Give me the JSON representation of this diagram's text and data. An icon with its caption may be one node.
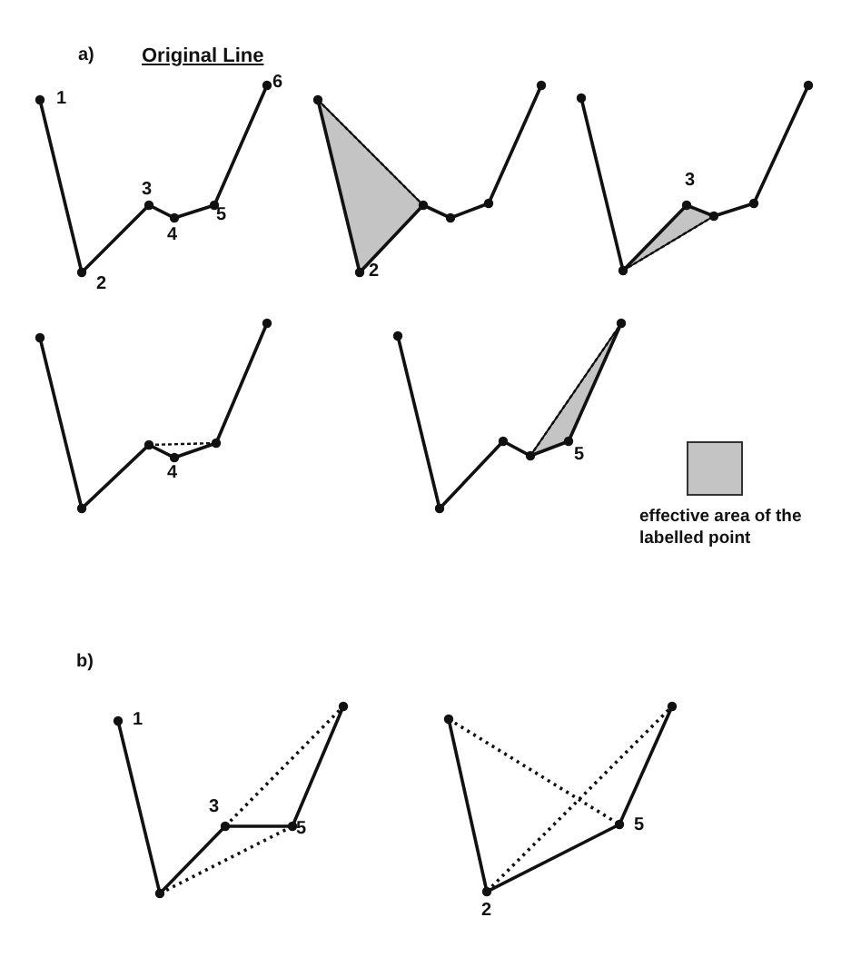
{
  "diagram": {
    "labels": [
      "a)",
      "Original Line",
      "1",
      "2",
      "3",
      "4",
      "5",
      "6",
      "2",
      "3",
      "4",
      "5",
      "b)",
      "1",
      "3",
      "5",
      "5",
      "2"
    ],
    "legend": [
      {
        "text": "effective area of the labelled point",
        "color": "#c4c4c4"
      }
    ]
  }
}
